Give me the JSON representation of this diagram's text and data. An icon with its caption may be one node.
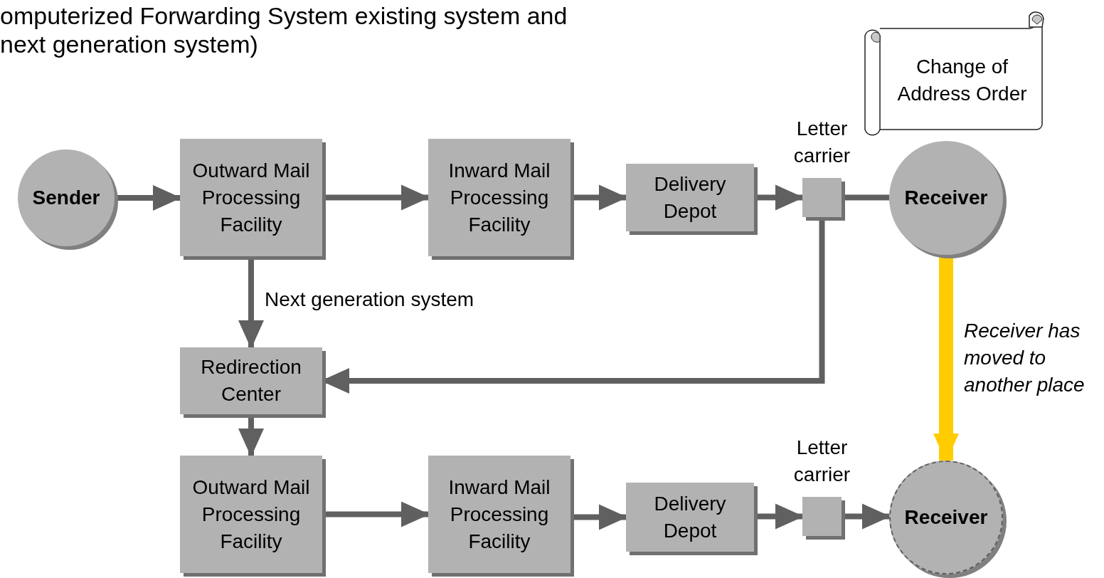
{
  "diagram": {
    "title": "omputerized Forwarding System existing system and next generation system)",
    "nodes": [
      {
        "text": [
          "Sender"
        ]
      },
      {
        "text": [
          "Outward Mail Processing Facility"
        ]
      },
      {
        "text": [
          "Inward Mail Processing Facility"
        ]
      },
      {
        "text": [
          "Delivery Depot"
        ]
      },
      {
        "text": [],
        "shape": "box",
        "beside": [
          "Letter carrier"
        ]
      },
      {
        "text": [
          "Receiver"
        ]
      },
      {
        "text": [
          "Change of Address Order"
        ]
      },
      {
        "text": [
          "Redirection Center"
        ]
      },
      {
        "text": [
          "Outward Mail Processing Facility"
        ]
      },
      {
        "text": [
          "Inward Mail Processing Facility"
        ]
      },
      {
        "text": [
          "Delivery Depot"
        ]
      },
      {
        "text": [],
        "shape": "box",
        "beside": [
          "Letter carrier"
        ]
      },
      {
        "text": [
          "Receiver"
        ]
      }
    ],
    "edges": [
      {
        "from": 0,
        "to": 1,
        "arrow": "to"
      },
      {
        "from": 1,
        "to": 2,
        "arrow": "to"
      },
      {
        "from": 2,
        "to": 3,
        "arrow": "to"
      },
      {
        "from": 3,
        "to": 4,
        "arrow": "to"
      },
      {
        "from": 4,
        "to": 5,
        "arrow": "none"
      },
      {
        "from": 1,
        "to": 7,
        "arrow": "to",
        "label": "Next generation system"
      },
      {
        "from": 4,
        "to": 7,
        "arrow": "to"
      },
      {
        "from": 7,
        "to": 8,
        "arrow": "to"
      },
      {
        "from": 8,
        "to": 9,
        "arrow": "to"
      },
      {
        "from": 9,
        "to": 10,
        "arrow": "to"
      },
      {
        "from": 10,
        "to": 11,
        "arrow": "to"
      },
      {
        "from": 11,
        "to": 12,
        "arrow": "to"
      },
      {
        "from": 5,
        "to": 12,
        "arrow": "to",
        "style": "thick",
        "color": "#ffcc00",
        "label": "Receiver has moved to another place"
      }
    ]
  }
}
